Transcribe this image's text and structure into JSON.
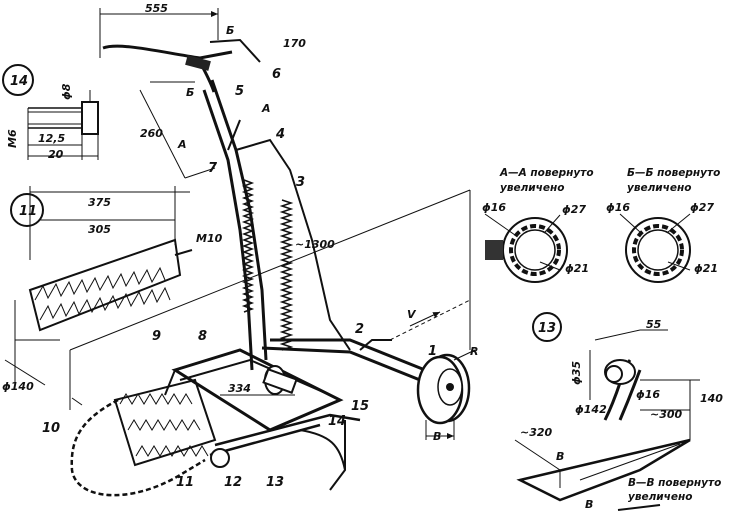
{
  "diagram": {
    "dimensions": {
      "d555": "555",
      "d170": "170",
      "d260": "260",
      "d1300": "~1300",
      "d375": "375",
      "d305": "305",
      "d140": "ϕ140",
      "d334": "334",
      "d55": "55",
      "d35": "ϕ35",
      "d142": "ϕ142",
      "d16b": "ϕ16",
      "d140b": "140",
      "d300": "~300",
      "d320": "~320",
      "dB": "B",
      "dR": "R",
      "dV": "V",
      "m10": "M10",
      "d8": "ϕ8",
      "m6": "M6",
      "d12_5": "12,5",
      "d20": "20"
    },
    "parts": {
      "p1": "1",
      "p2": "2",
      "p3": "3",
      "p4": "4",
      "p5": "5",
      "p6": "6",
      "p7": "7",
      "p8": "8",
      "p9": "9",
      "p10": "10",
      "p11": "11",
      "p12": "12",
      "p13": "13",
      "p14": "14",
      "p15": "15"
    },
    "callouts": {
      "c14": "14",
      "c11": "11",
      "c13": "13"
    },
    "section_marks": {
      "A": "A",
      "B": "Б",
      "V": "B"
    },
    "sections": {
      "aa_title_1": "А—А повернуто",
      "aa_title_2": "увеличено",
      "aa_d16": "ϕ16",
      "aa_d27": "ϕ27",
      "aa_d21": "ϕ21",
      "bb_title_1": "Б—Б повернуто",
      "bb_title_2": "увеличено",
      "bb_d16": "ϕ16",
      "bb_d27": "ϕ27",
      "bb_d21": "ϕ21",
      "vv_title_1": "В—В повернуто",
      "vv_title_2": "увеличено"
    }
  }
}
